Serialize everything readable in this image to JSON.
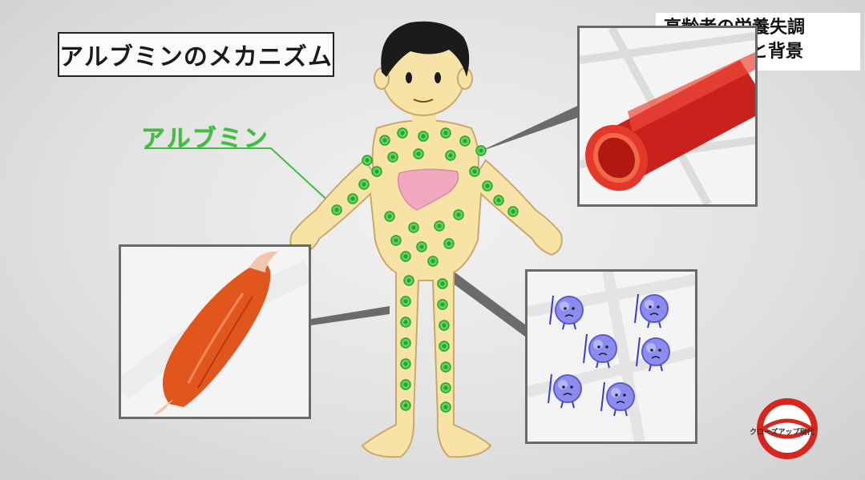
{
  "title": "アルブミンのメカニズム",
  "corner_caption": {
    "line1": "高齢者の栄養失調",
    "line2": "その実態と背景"
  },
  "albumin_label": "アルブミン",
  "logo_text": "クローズアップ現代",
  "colors": {
    "albumin_green": "#3fbf3f",
    "skin": "#f8e3a6",
    "liver": "#f2a9c0",
    "vessel_red": "#d9261c",
    "muscle_orange": "#e0561c",
    "molecule_blue": "#8c8cf0"
  },
  "icons": [
    "boy-figure",
    "liver-icon",
    "blood-vessel-icon",
    "muscle-icon",
    "albumin-molecule-icon",
    "program-logo"
  ]
}
